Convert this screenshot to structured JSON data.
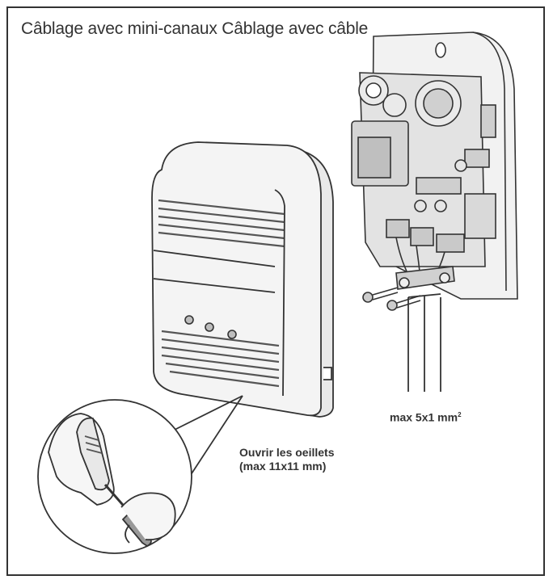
{
  "title": "Câblage avec mini-canaux Câblage avec câble",
  "labels": {
    "cable_size": "max 5x1 mm",
    "cable_size_sup": "2",
    "openings_line1": "Ouvrir les oeillets",
    "openings_line2": "(max 11x11 mm)"
  },
  "colors": {
    "line": "#333333",
    "shade": "#cfcfcf",
    "light_shade": "#e6e6e6"
  }
}
